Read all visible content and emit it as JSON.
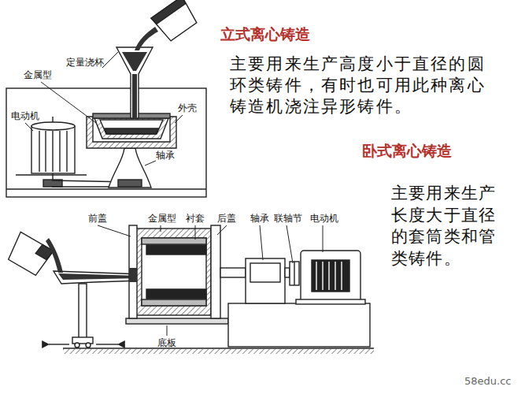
{
  "diagram": {
    "labels": [
      "立式离心铸造",
      "主要用来生产高度小于直径的圆环类铸件，有时也可用此种离心铸造机浇注异形铸件。",
      "卧式离心铸造",
      "主要用来生产长度大于直径的套筒类和管类铸件。",
      "金属型",
      "定量浇杯",
      "电动机",
      "外壳",
      "轴承",
      "前盖",
      "金属型",
      "衬套",
      "后盖",
      "轴承",
      "联轴节",
      "电动机",
      "底板",
      "58edu.cc"
    ]
  }
}
